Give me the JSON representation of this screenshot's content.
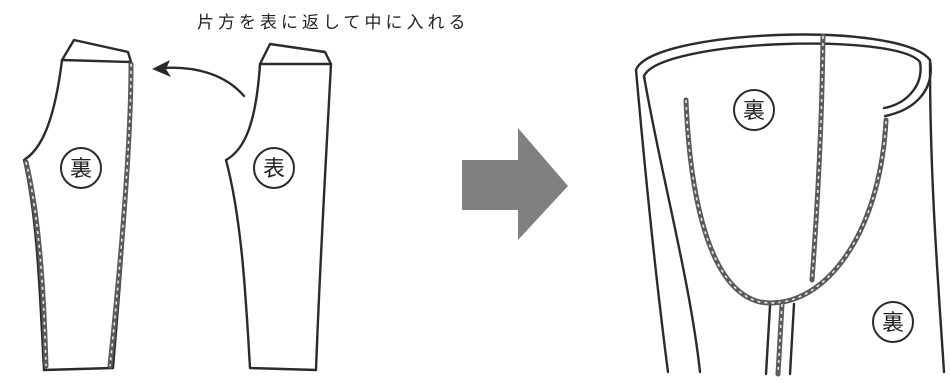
{
  "caption": "片方を表に返して中に入れる",
  "left_piece": {
    "label": "裏"
  },
  "right_piece": {
    "label": "表"
  },
  "result": {
    "inner_label": "裏",
    "outer_label": "裏"
  },
  "colors": {
    "ink": "#2b2b2b",
    "seam": "#5a5a5a",
    "big_arrow": "#808080"
  }
}
